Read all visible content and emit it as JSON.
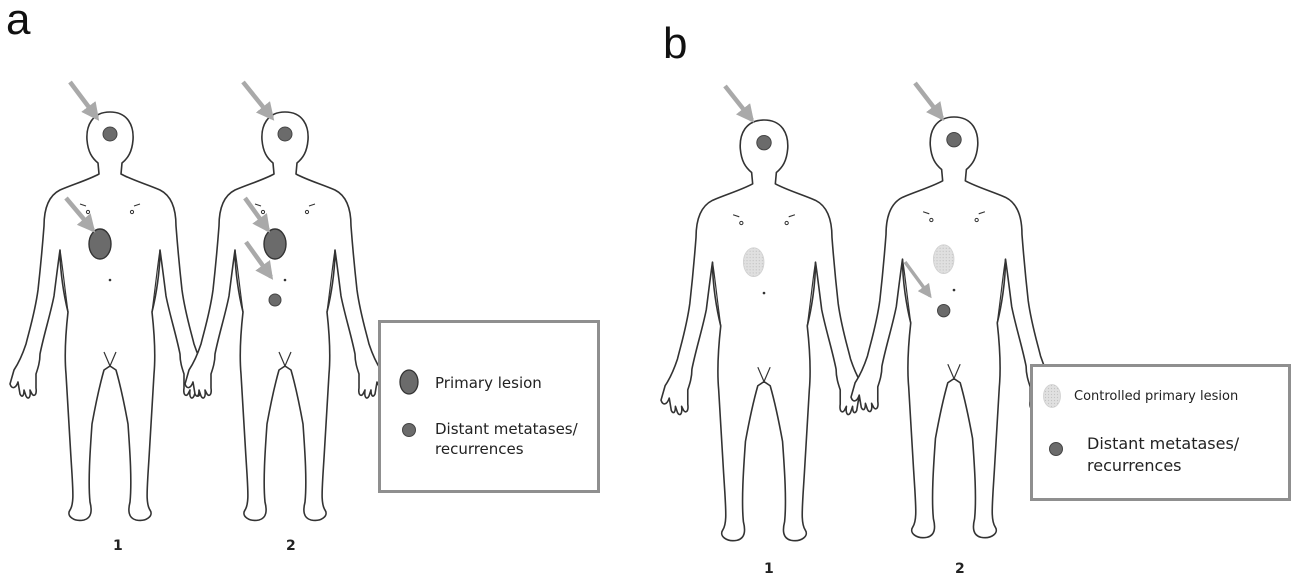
{
  "panels": [
    {
      "letter": "a",
      "figure_labels": [
        "1",
        "2"
      ],
      "legend": {
        "items": [
          {
            "symbol": "large-dark-ellipse",
            "text": "Primary lesion"
          },
          {
            "symbol": "small-dark-circle",
            "text": "Distant metatases/\nrecurrences"
          }
        ]
      }
    },
    {
      "letter": "b",
      "figure_labels": [
        "1",
        "2"
      ],
      "legend": {
        "items": [
          {
            "symbol": "light-dotted-ellipse",
            "text": "Controlled primary lesion"
          },
          {
            "symbol": "small-dark-circle",
            "text": "Distant metatases/\nrecurrences"
          }
        ]
      }
    }
  ],
  "colors": {
    "lesion_dark": "#6b6b6b",
    "lesion_light": "#d9d9d9",
    "arrow": "#a9a9a9",
    "outline": "#333333",
    "legend_border": "#8f8f8f"
  }
}
